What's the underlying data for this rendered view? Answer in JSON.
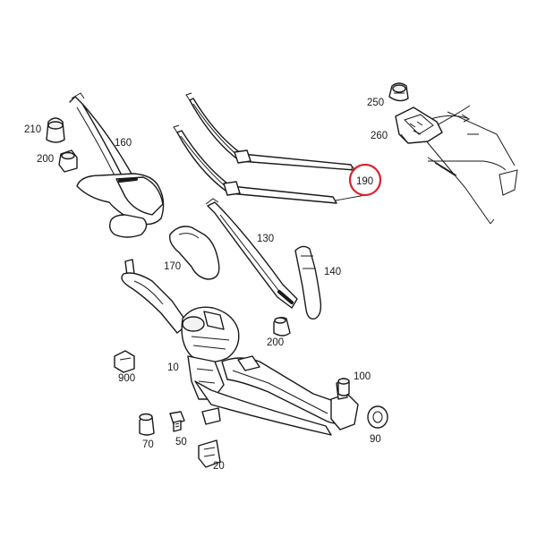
{
  "colors": {
    "line": "#1a1a1a",
    "highlight": "#d9232b",
    "background": "#ffffff"
  },
  "callouts": {
    "p210": "210",
    "p200a": "200",
    "p160": "160",
    "p250": "250",
    "p260": "260",
    "p190": "190",
    "p130": "130",
    "p170": "170",
    "p140": "140",
    "p200b": "200",
    "p900": "900",
    "p10": "10",
    "p100": "100",
    "p90": "90",
    "p70": "70",
    "p50": "50",
    "p20": "20"
  },
  "highlighted_part": "190"
}
